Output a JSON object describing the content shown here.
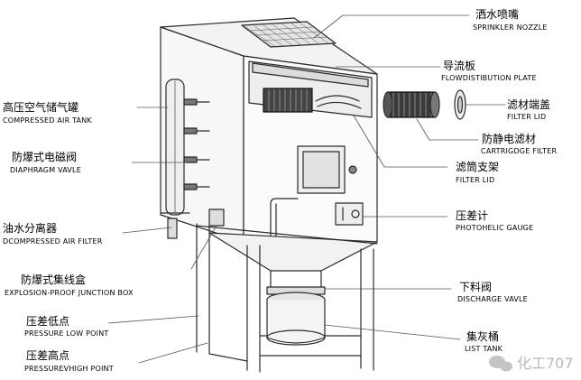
{
  "labels": {
    "sprinkler_nozzle": {
      "zh": "洒水喷嘴",
      "en": "SPRINKLER NOZZLE"
    },
    "flow_plate": {
      "zh": "导流板",
      "en": "FLOWDISTIBUTION PLATE"
    },
    "filter_lid_cap": {
      "zh": "滤材端盖",
      "en": "FILTER LID"
    },
    "cartridge_filter": {
      "zh": "防静电滤材",
      "en": "CARTRIGDGE FILTER"
    },
    "filter_support": {
      "zh": "滤筒支架",
      "en": "FILTER LID"
    },
    "photohelic_gauge": {
      "zh": "压差计",
      "en": "PHOTOHELIC GAUGE"
    },
    "discharge_valve": {
      "zh": "下料阀",
      "en": "DISCHARGE VAVLE"
    },
    "dust_tank": {
      "zh": "集灰桶",
      "en": "LIST TANK"
    },
    "compressed_air_tank": {
      "zh": "高压空气储气罐",
      "en": "COMPRESSED AIR TANK"
    },
    "diaphragm_valve": {
      "zh": "防爆式电磁阀",
      "en": "DIAPHRAGM VAVLE"
    },
    "air_filter": {
      "zh": "油水分离器",
      "en": "DCOMPRESSED AIR FILTER"
    },
    "junction_box": {
      "zh": "防爆式集线盒",
      "en": "EXPLOSION-PROOF JUNCTION BOX"
    },
    "pressure_low": {
      "zh": "压差低点",
      "en": "PRESSURE LOW POINT"
    },
    "pressure_high": {
      "zh": "压差高点",
      "en": "PRESSUREVHIGH POINT"
    }
  },
  "watermark": {
    "text": "化工707"
  }
}
